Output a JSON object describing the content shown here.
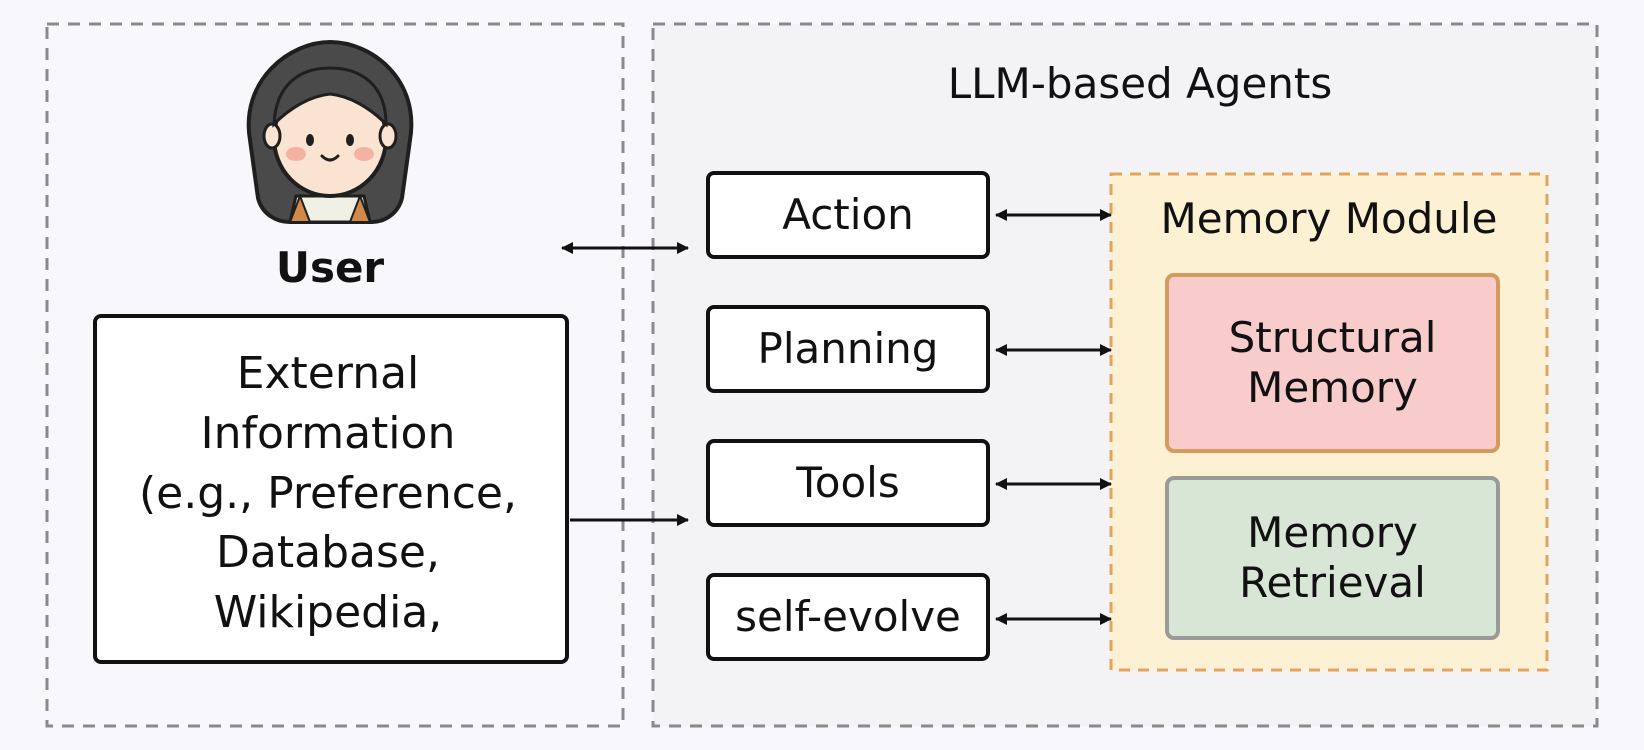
{
  "user": {
    "label": "User"
  },
  "external": {
    "lines": [
      "External",
      "Information",
      "(e.g., Preference,",
      "Database,",
      "Wikipedia,"
    ]
  },
  "agents": {
    "title": "LLM-based Agents",
    "components": [
      {
        "label": "Action"
      },
      {
        "label": "Planning"
      },
      {
        "label": "Tools"
      },
      {
        "label": "self-evolve"
      }
    ]
  },
  "memory": {
    "title": "Memory Module",
    "structural": "Structural\nMemory",
    "retrieval": "Memory\nRetrieval"
  },
  "colors": {
    "background": "#f8f8fc",
    "dashed_border": "#8a8a8a",
    "memory_fill": "#fdf1d3",
    "memory_border": "#e3a35c",
    "structural_fill": "#f7cccb",
    "structural_border": "#d49a5e",
    "retrieval_fill": "#d8e6d5",
    "retrieval_border": "#9a9a9a"
  }
}
